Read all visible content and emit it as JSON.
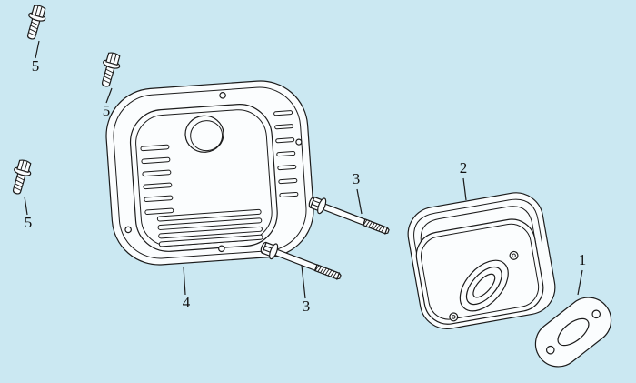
{
  "diagram": {
    "background_color": "#cbe8f2",
    "line_color": "#1b1b1b"
  },
  "labels": {
    "gasket": "1",
    "muffler_body": "2",
    "long_bolt_upper": "3",
    "long_bolt_lower": "3",
    "muffler_cover": "4",
    "flange_bolt_top": "5",
    "flange_bolt_mid": "5",
    "flange_bolt_left": "5"
  }
}
